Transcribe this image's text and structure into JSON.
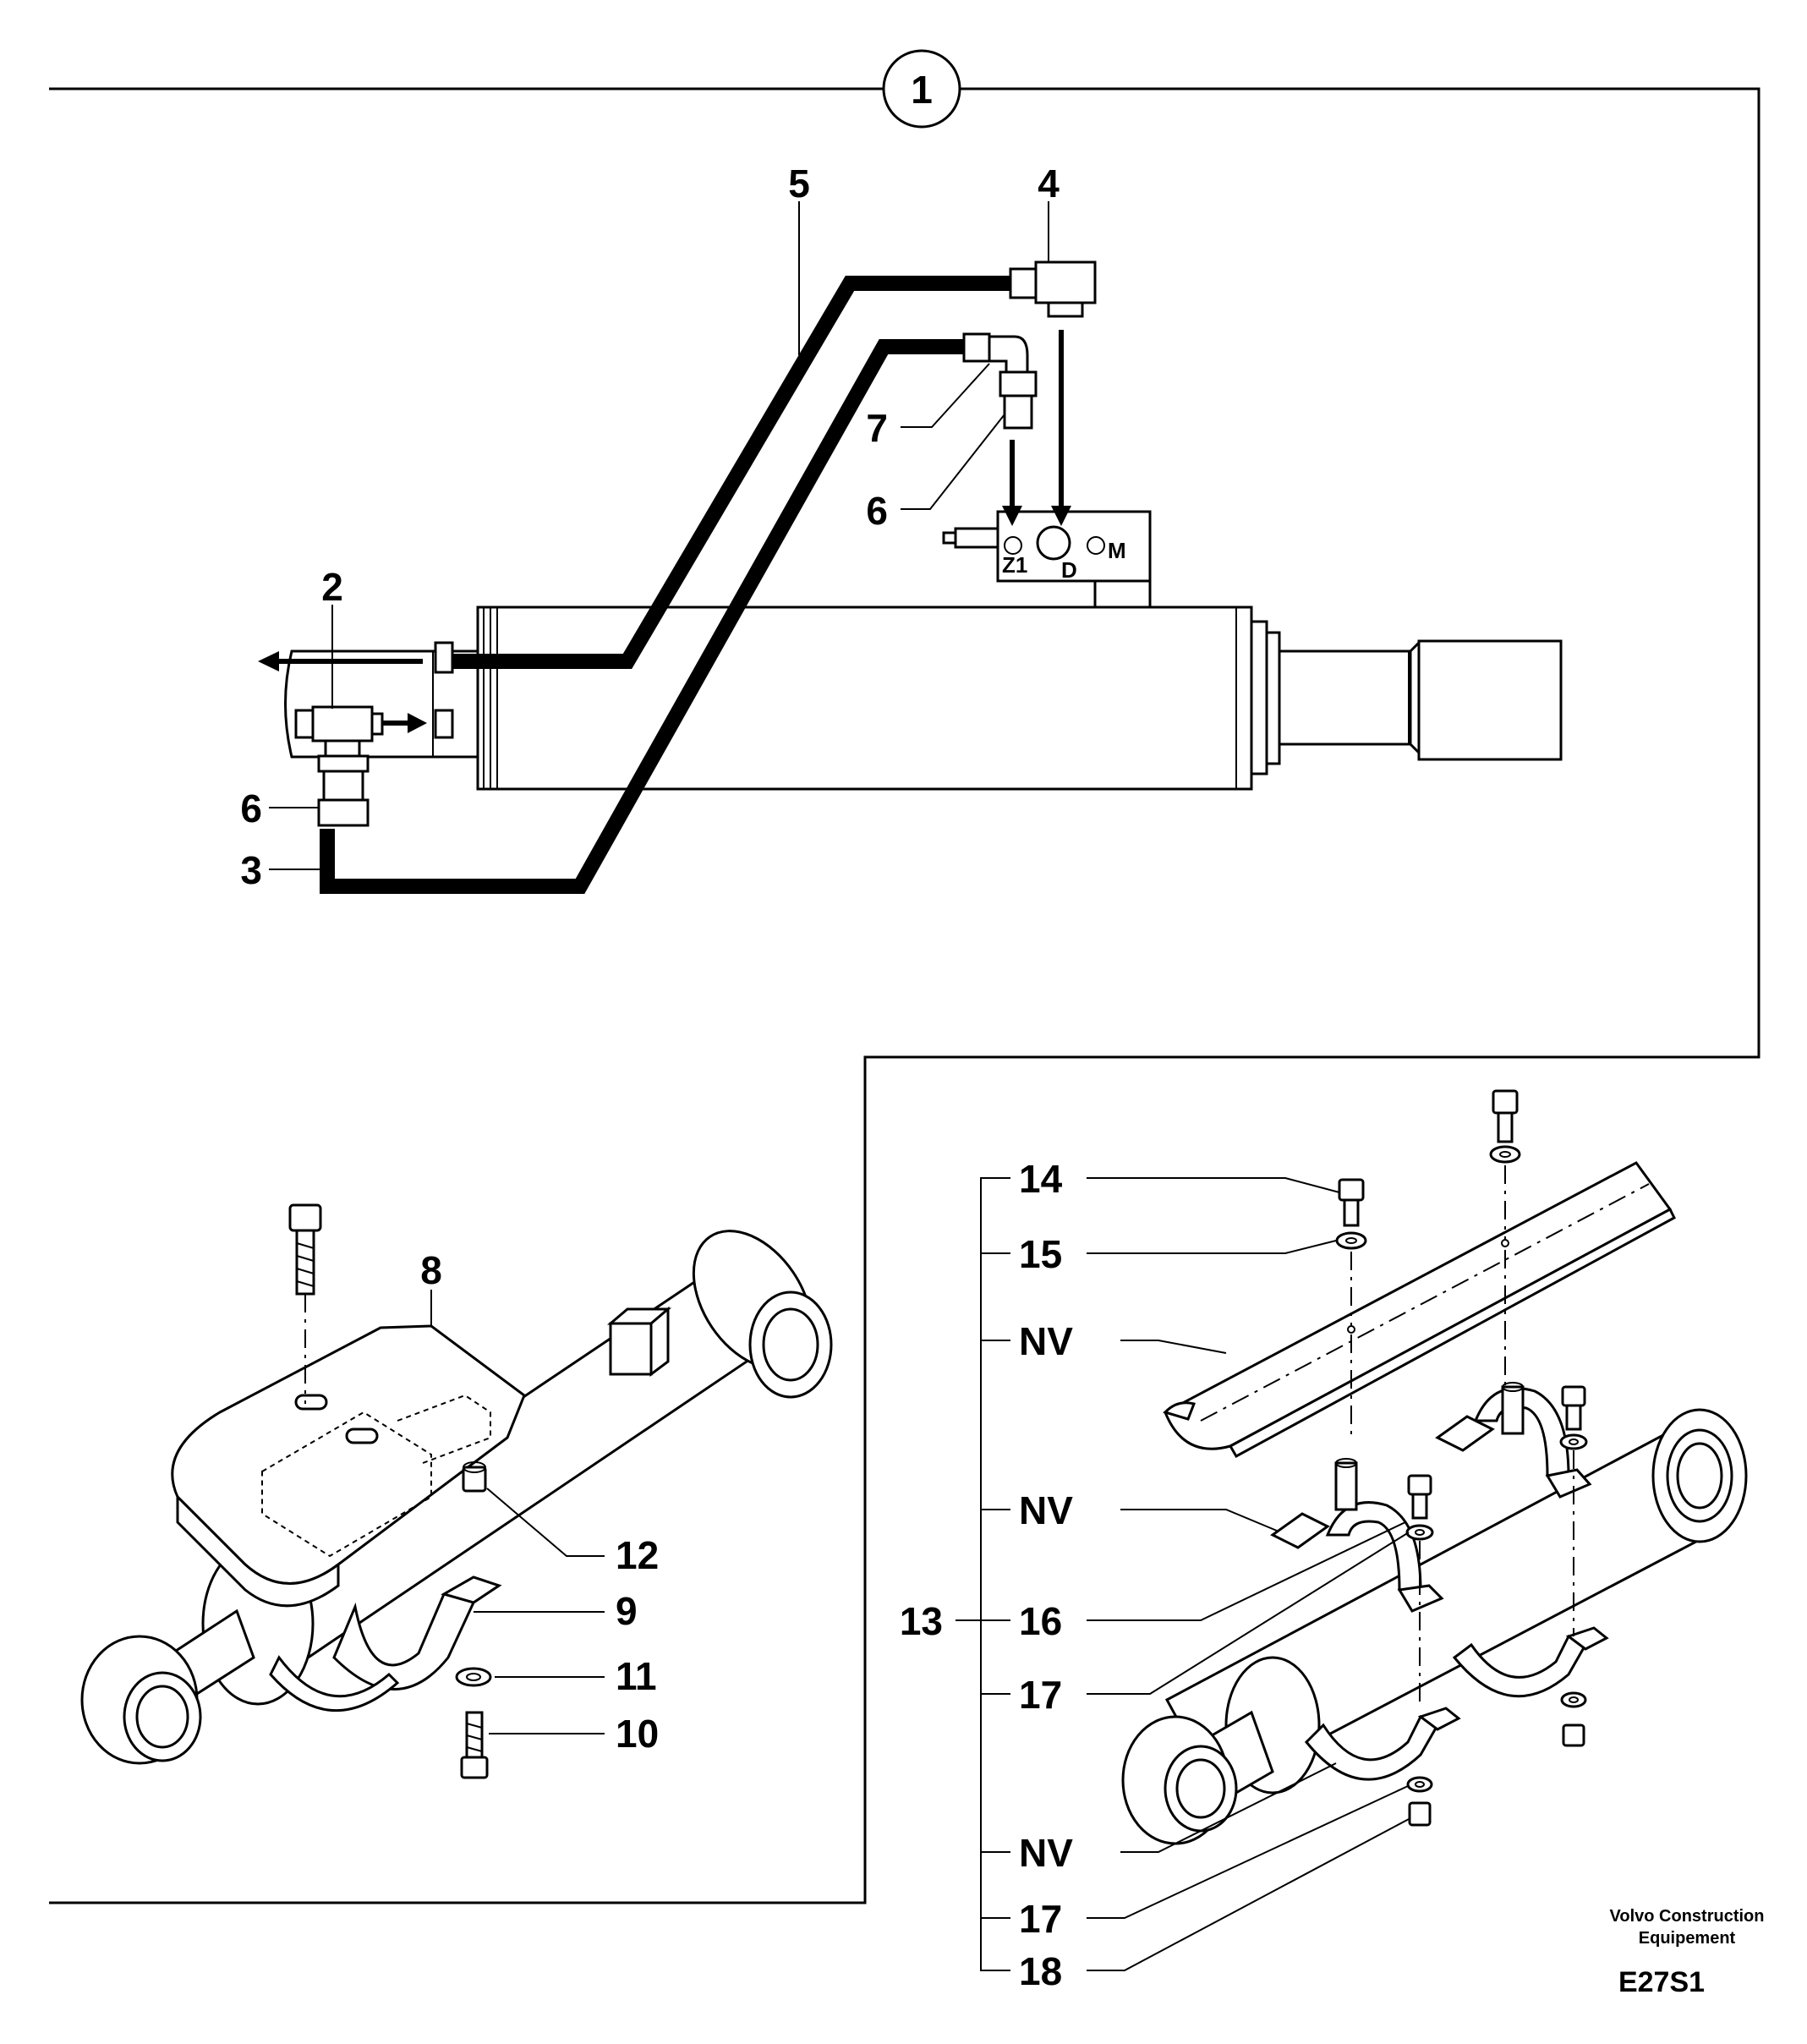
{
  "callouts": {
    "c1": "1",
    "c2": "2",
    "c3": "3",
    "c4": "4",
    "c5": "5",
    "c6a": "6",
    "c6b": "6",
    "c7": "7",
    "c8": "8",
    "c9": "9",
    "c10": "10",
    "c11": "11",
    "c12": "12",
    "c13": "13",
    "c14": "14",
    "c15": "15",
    "nv1": "NV",
    "nv2": "NV",
    "c16": "16",
    "c17a": "17",
    "nv3": "NV",
    "c17b": "17",
    "c18": "18"
  },
  "ports": {
    "z1": "Z1",
    "d": "D",
    "m": "M"
  },
  "footer": {
    "brand_line1": "Volvo Construction",
    "brand_line2": "Equipement",
    "code": "E27S1"
  }
}
